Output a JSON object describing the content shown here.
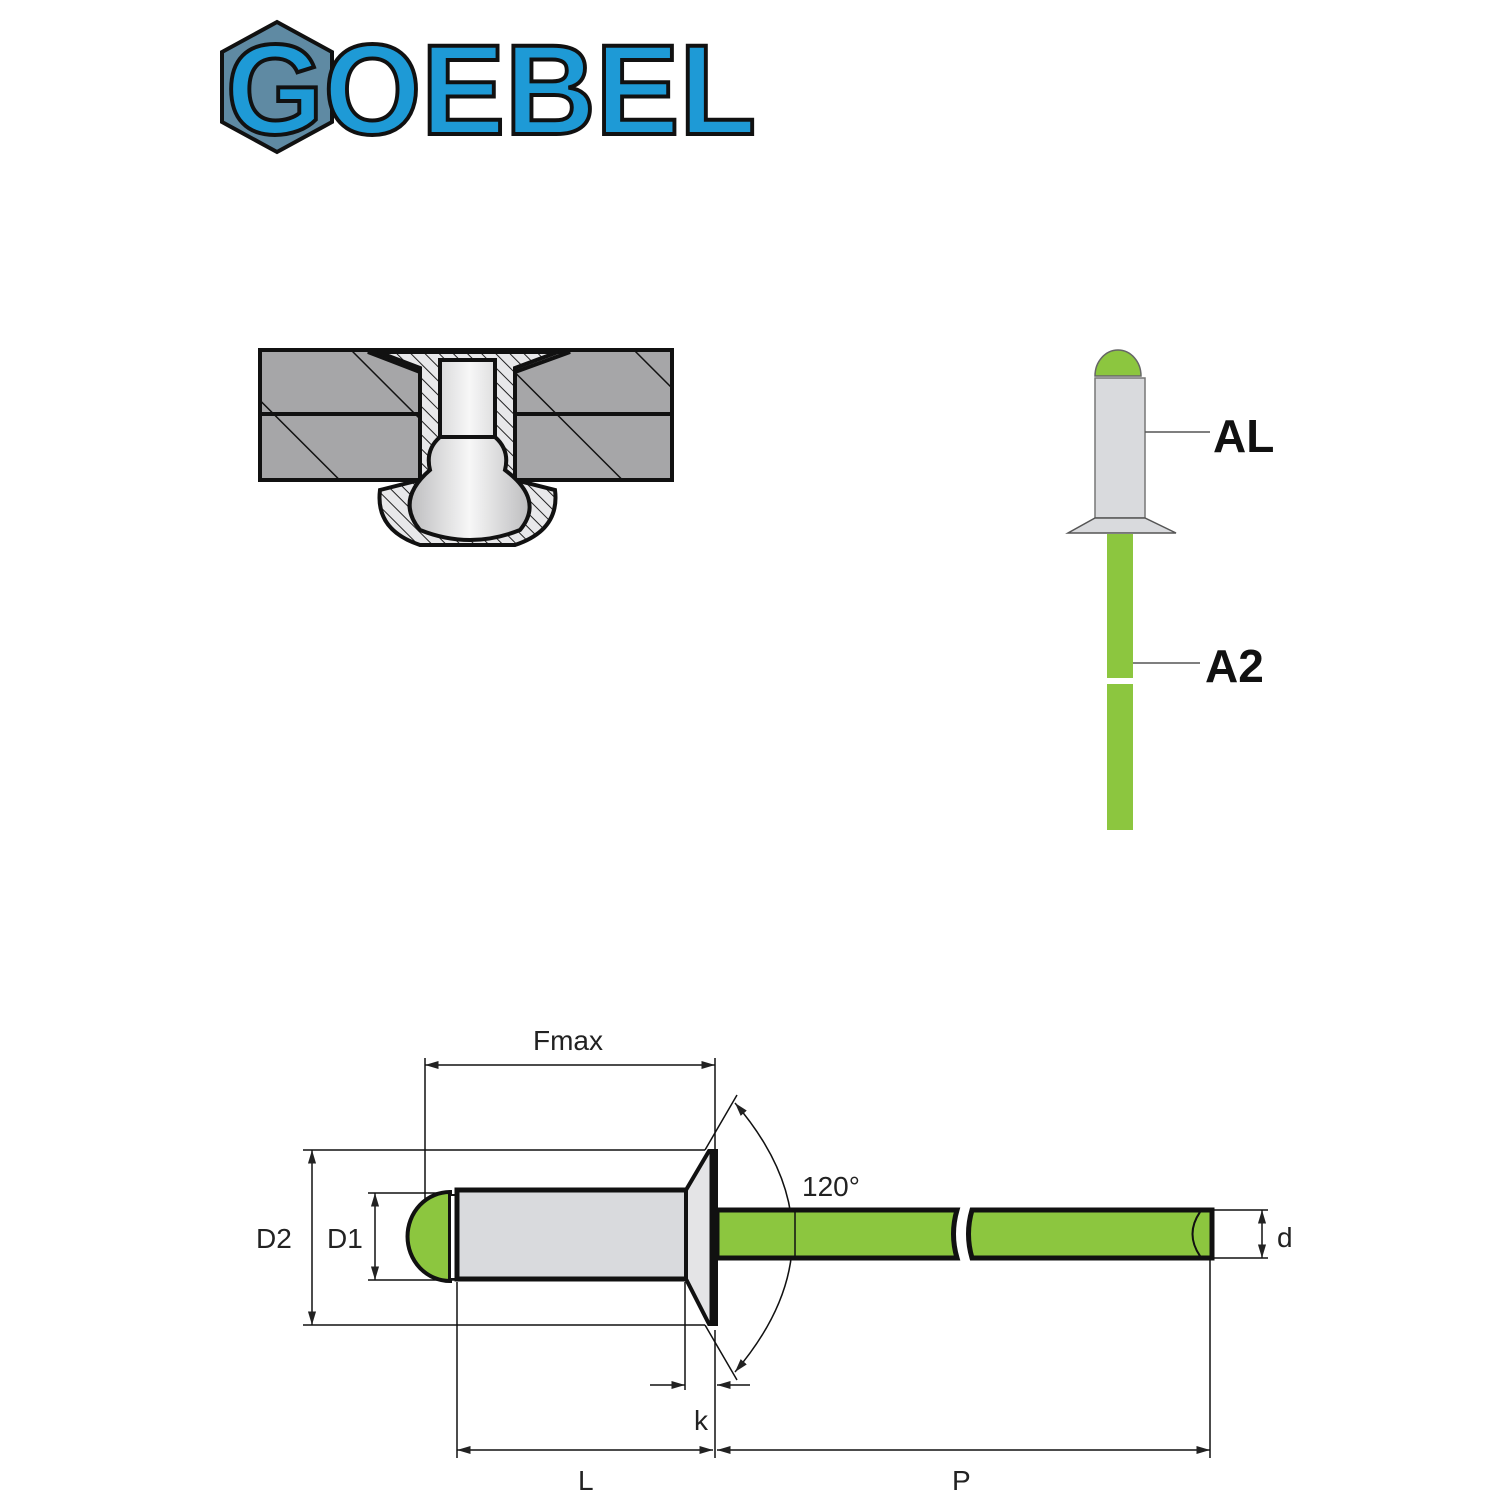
{
  "logo": {
    "text": "GOEBEL",
    "icon": "hexagon-nut-logo-icon",
    "colors": {
      "blue": "#1e9ad6",
      "hex": "#5f8aa3",
      "letter_g": "#e4e4e6",
      "outline": "#111111"
    }
  },
  "material_labels": {
    "sleeve": "AL",
    "mandrel": "A2"
  },
  "dimensions": {
    "fmax": "Fmax",
    "d2": "D2",
    "d1": "D1",
    "angle": "120°",
    "d": "d",
    "k": "k",
    "l": "L",
    "p": "P"
  },
  "colors": {
    "mandrel_green": "#8cc63f",
    "sleeve_gray": "#d9dadd",
    "plate_gray": "#a6a6a8"
  }
}
